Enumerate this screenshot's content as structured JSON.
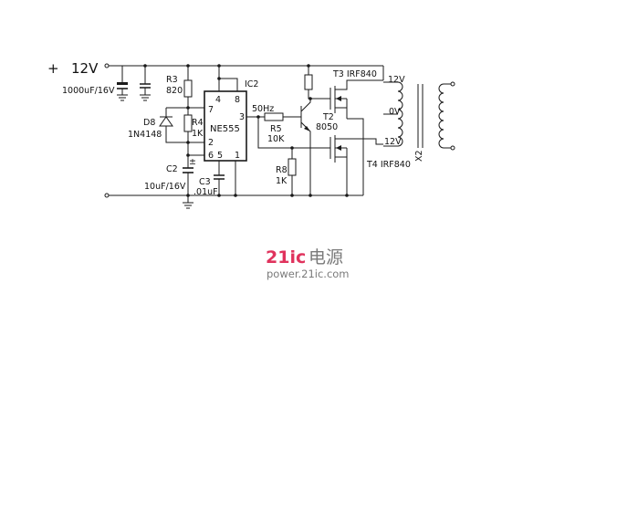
{
  "supply": {
    "sign": "+",
    "voltage": "12V"
  },
  "input_cap": {
    "value": "1000uF/16V"
  },
  "resistors": {
    "r3": {
      "name": "R3",
      "value": "820"
    },
    "r4": {
      "name": "R4",
      "value": "1K"
    },
    "r5": {
      "name": "R5",
      "value": "10K"
    },
    "r8": {
      "name": "R8",
      "value": "1K"
    }
  },
  "diode": {
    "name": "D8",
    "part": "1N4148"
  },
  "timer": {
    "ref": "IC2",
    "part": "NE555",
    "pins": {
      "p4": "4",
      "p8": "8",
      "p7": "7",
      "p3": "3",
      "p2": "2",
      "p6": "6",
      "p5": "5",
      "p1": "1"
    }
  },
  "caps": {
    "c2": {
      "name": "C2",
      "value": "10uF/16V",
      "polarity": "±"
    },
    "c3": {
      "name": "C3",
      "value": ".01uF"
    }
  },
  "frequency": "50Hz",
  "transistor": {
    "name": "T2",
    "part": "8050"
  },
  "mosfets": {
    "t3": "T3 IRF840",
    "t4": "T4 IRF840"
  },
  "transformer": {
    "name": "X2",
    "taps": {
      "top": "12V",
      "center": "0V",
      "bottom": "12V"
    }
  },
  "watermark": {
    "brand_num": "21ic",
    "brand_cn": "电源",
    "url": "power.21ic.com",
    "brand_color": "#e0335d",
    "cn_color": "#7a7a7a"
  },
  "colors": {
    "wire": "#1a1a1a",
    "background": "#ffffff"
  }
}
